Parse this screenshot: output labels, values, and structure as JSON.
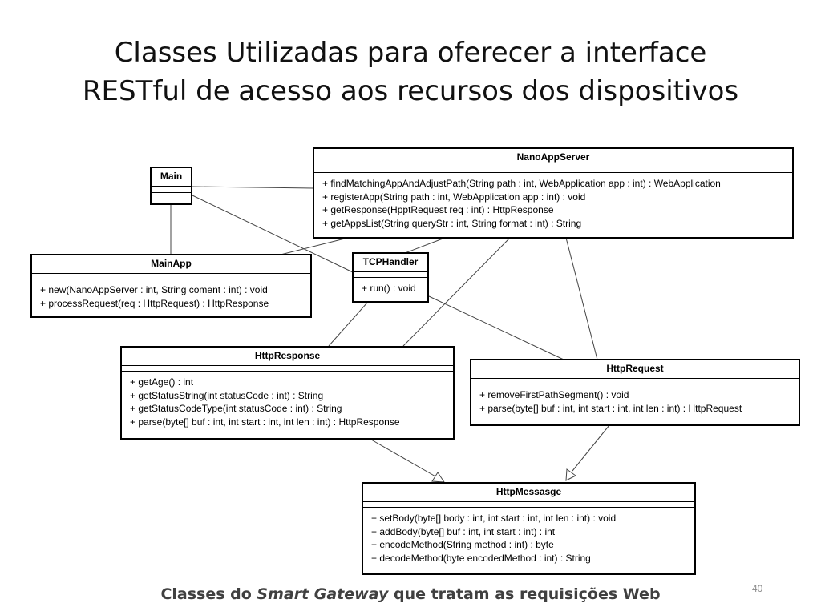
{
  "slide": {
    "title_line1": "Classes Utilizadas para oferecer a interface",
    "title_line2": "RESTful de acesso aos recursos dos dispositivos"
  },
  "classes": {
    "nanoappserver": {
      "name": "NanoAppServer",
      "operations": [
        "+ findMatchingAppAndAdjustPath(String path : int, WebApplication app : int) : WebApplication",
        "+ registerApp(String path : int, WebApplication app : int) : void",
        "+ getResponse(HpptRequest req : int) : HttpResponse",
        "+ getAppsList(String queryStr : int, String format : int) : String"
      ]
    },
    "main": {
      "name": "Main",
      "operations": []
    },
    "mainapp": {
      "name": "MainApp",
      "operations": [
        "+ new(NanoAppServer : int, String coment : int) : void",
        "+ processRequest(req : HttpRequest) : HttpResponse"
      ]
    },
    "tcphandler": {
      "name": "TCPHandler",
      "operations": [
        "+ run() : void"
      ]
    },
    "httpresponse": {
      "name": "HttpResponse",
      "operations": [
        "+ getAge() : int",
        "+ getStatusString(int statusCode : int) : String",
        "+ getStatusCodeType(int statusCode : int) : String",
        "+ parse(byte[] buf : int, int start : int, int len : int) : HttpResponse"
      ]
    },
    "httprequest": {
      "name": "HttpRequest",
      "operations": [
        "+ removeFirstPathSegment() : void",
        "+ parse(byte[] buf : int, int start : int, int len : int) : HttpRequest"
      ]
    },
    "httpmessage": {
      "name": "HttpMessasge",
      "operations": [
        "+ setBody(byte[] body : int, int start : int, int len : int) : void",
        "+ addBody(byte[] buf : int, int start : int) : int",
        "+ encodeMethod(String method : int) : byte",
        "+ decodeMethod(byte encodedMethod : int) : String"
      ]
    }
  },
  "caption": {
    "part1": "Classes do ",
    "emphasis": "Smart Gateway",
    "part2": " que tratam as requisições Web"
  },
  "page_number": "40"
}
